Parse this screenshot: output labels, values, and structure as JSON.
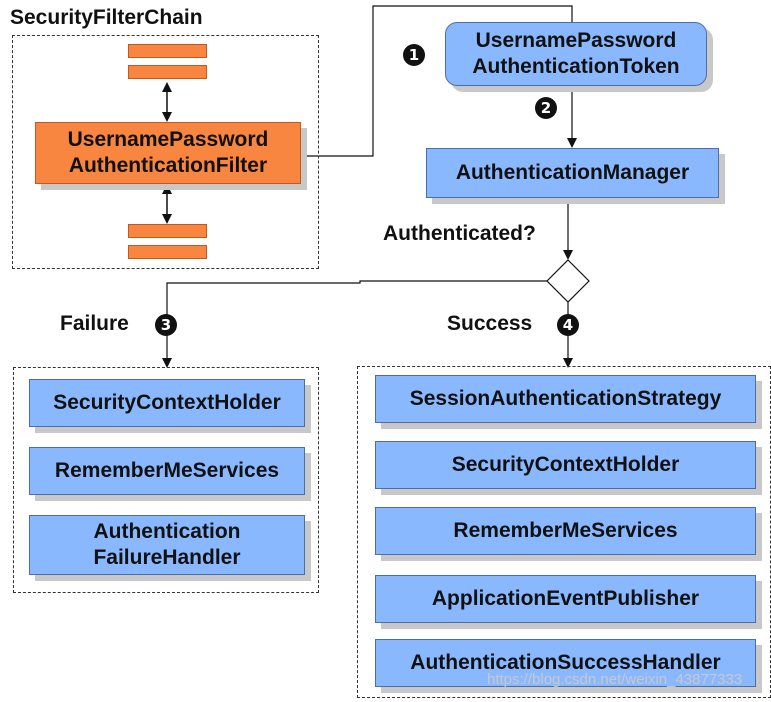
{
  "filter_chain": {
    "title": "SecurityFilterChain",
    "filter_label": "UsernamePassword\nAuthenticationFilter"
  },
  "token": {
    "label": "UsernamePassword\nAuthenticationToken",
    "step": "1"
  },
  "manager": {
    "label": "AuthenticationManager",
    "step": "2"
  },
  "decision": {
    "question": "Authenticated?"
  },
  "failure": {
    "label": "Failure",
    "step": "3",
    "items": [
      "SecurityContextHolder",
      "RememberMeServices",
      "Authentication\nFailureHandler"
    ]
  },
  "success": {
    "label": "Success",
    "step": "4",
    "items": [
      "SessionAuthenticationStrategy",
      "SecurityContextHolder",
      "RememberMeServices",
      "ApplicationEventPublisher",
      "AuthenticationSuccessHandler"
    ]
  },
  "watermark": "https://blog.csdn.net/weixin_43877333",
  "colors": {
    "blue_box": "#8ab8ff",
    "orange_box": "#f88540",
    "shadow": "#c8c8c8"
  }
}
